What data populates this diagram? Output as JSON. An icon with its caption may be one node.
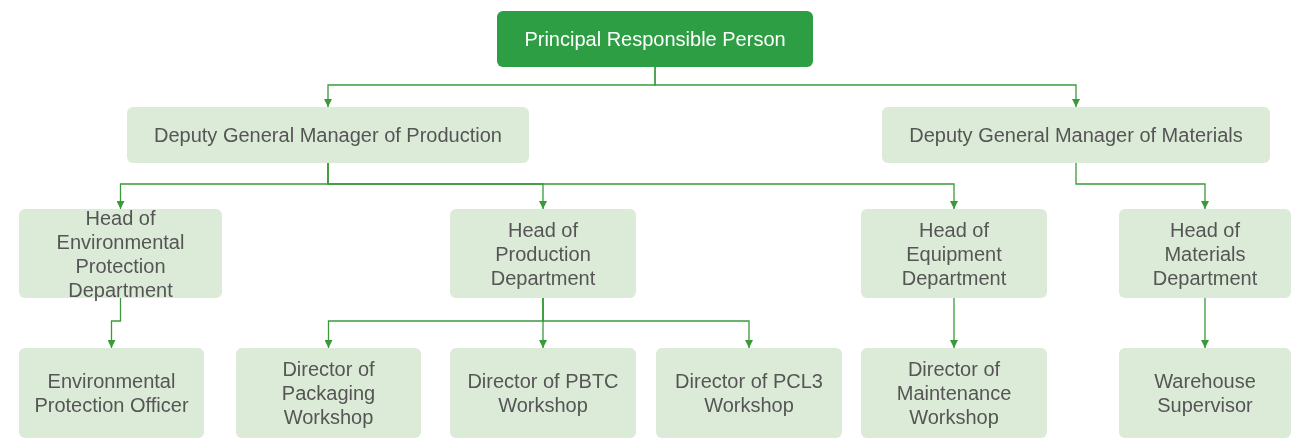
{
  "diagram": {
    "nodes": [
      {
        "text": [
          "Principal Responsible Person"
        ]
      },
      {
        "text": [
          "Deputy General Manager of Production"
        ]
      },
      {
        "text": [
          "Deputy General Manager of Materials"
        ]
      },
      {
        "text": [
          "Head of Environmental Protection Department"
        ]
      },
      {
        "text": [
          "Head of Production Department"
        ]
      },
      {
        "text": [
          "Head of Equipment Department"
        ]
      },
      {
        "text": [
          "Head of Materials Department"
        ]
      },
      {
        "text": [
          "Environmental Protection Officer"
        ]
      },
      {
        "text": [
          "Director of Packaging Workshop"
        ]
      },
      {
        "text": [
          "Director of PBTC Workshop"
        ]
      },
      {
        "text": [
          "Director of PCL3 Workshop"
        ]
      },
      {
        "text": [
          "Director of Maintenance Workshop"
        ]
      },
      {
        "text": [
          "Warehouse Supervisor"
        ]
      }
    ],
    "edges": [
      {
        "from": 0,
        "to": 1,
        "arrow": "to"
      },
      {
        "from": 0,
        "to": 2,
        "arrow": "to"
      },
      {
        "from": 1,
        "to": 3,
        "arrow": "to"
      },
      {
        "from": 1,
        "to": 4,
        "arrow": "to"
      },
      {
        "from": 1,
        "to": 5,
        "arrow": "to"
      },
      {
        "from": 2,
        "to": 6,
        "arrow": "to"
      },
      {
        "from": 3,
        "to": 7,
        "arrow": "to"
      },
      {
        "from": 4,
        "to": 8,
        "arrow": "to"
      },
      {
        "from": 4,
        "to": 9,
        "arrow": "to"
      },
      {
        "from": 4,
        "to": 10,
        "arrow": "to"
      },
      {
        "from": 5,
        "to": 11,
        "arrow": "to"
      },
      {
        "from": 6,
        "to": 12,
        "arrow": "to"
      }
    ]
  }
}
